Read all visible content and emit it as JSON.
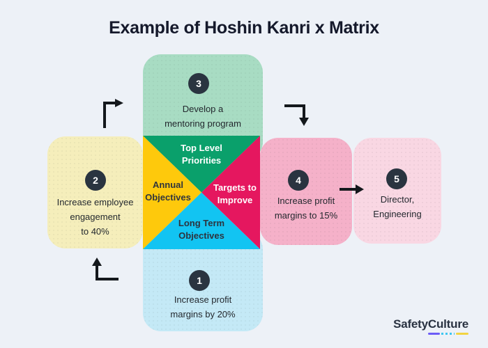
{
  "title": "Example of Hoshin Kanri x Matrix",
  "background_color": "#edf1f7",
  "matrix": {
    "quadrants": [
      {
        "position": "top",
        "label": "Top Level\nPriorities",
        "color": "#0aa06b",
        "text_color": "#ffffff"
      },
      {
        "position": "left",
        "label": "Annual\nObjectives",
        "color": "#fec90c",
        "text_color": "#30353c"
      },
      {
        "position": "right",
        "label": "Targets to\nImprove",
        "color": "#e5175f",
        "text_color": "#ffffff"
      },
      {
        "position": "bottom",
        "label": "Long Term\nObjectives",
        "color": "#12c4f2",
        "text_color": "#2d333e"
      }
    ]
  },
  "cards": [
    {
      "number": "1",
      "label": "Increase profit\nmargins by 20%",
      "color": "#c4e9f6",
      "position": "bottom"
    },
    {
      "number": "2",
      "label": "Increase employee\nengagement\nto 40%",
      "color": "#f5eebb",
      "position": "left"
    },
    {
      "number": "3",
      "label": "Develop a\nmentoring program",
      "color": "#a8dcc3",
      "position": "top"
    },
    {
      "number": "4",
      "label": "Increase profit\nmargins to 15%",
      "color": "#f5b1c9",
      "position": "right"
    },
    {
      "number": "5",
      "label": "Director,\nEngineering",
      "color": "#f9d7e3",
      "position": "far-right"
    }
  ],
  "badge_color": "#2a3440",
  "arrow_color": "#14181c",
  "logo": {
    "brand": "SafetyCulture",
    "part1": "Safety",
    "part2": "Culture",
    "underline_colors": [
      "#6c5cf7",
      "#3ec6f0",
      "#f2d341"
    ]
  }
}
